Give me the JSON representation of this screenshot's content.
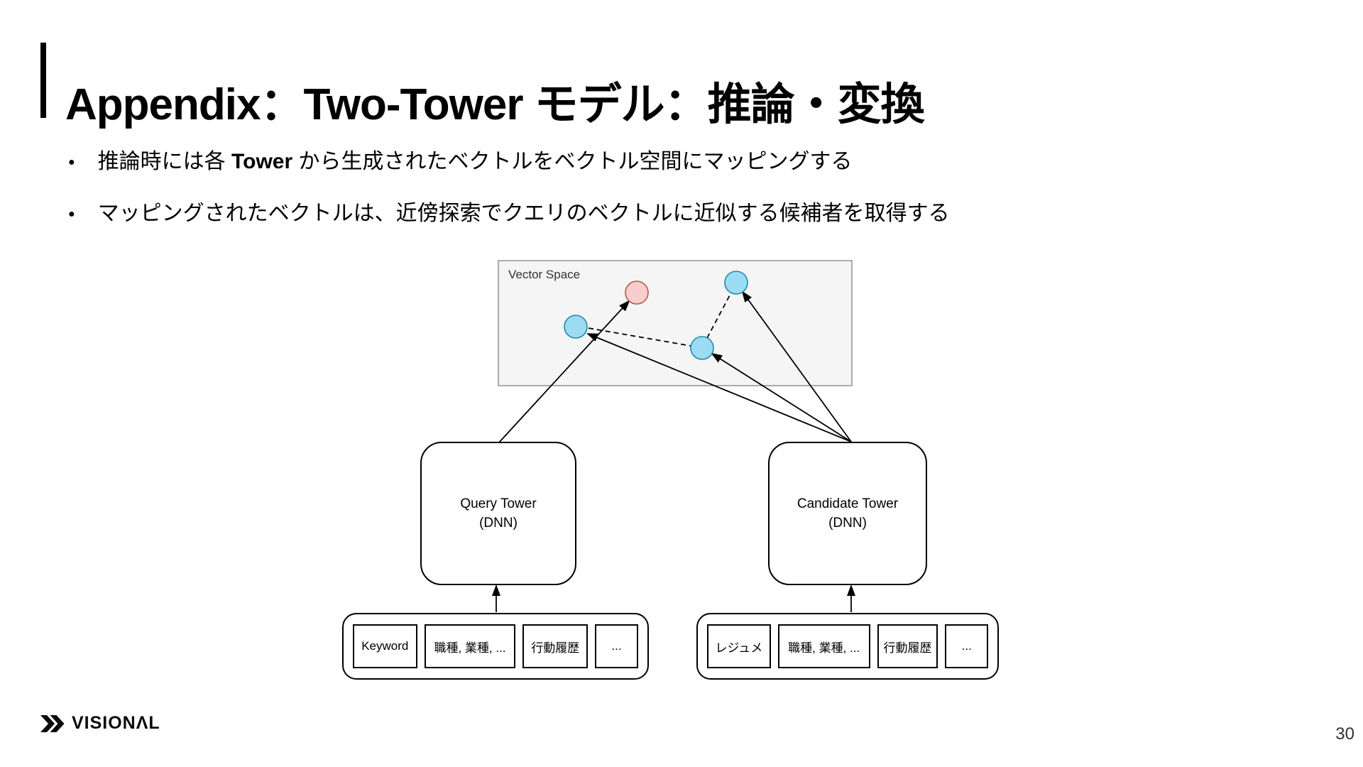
{
  "title": "Appendix：Two-Tower モデル：推論・変換",
  "bullets": [
    {
      "pre": "推論時には各 ",
      "bold": "Tower",
      "post": " から生成されたベクトルをベクトル空間にマッピングする"
    },
    {
      "pre": "マッピングされたベクトルは、近傍探索でクエリのベクトルに近似する候補者を取得する",
      "bold": "",
      "post": ""
    }
  ],
  "diagram": {
    "vector_space_label": "Vector Space",
    "towers": {
      "query": {
        "line1": "Query Tower",
        "line2": "(DNN)"
      },
      "candidate": {
        "line1": "Candidate Tower",
        "line2": "(DNN)"
      }
    },
    "query_inputs": [
      "Keyword",
      "職種, 業種, ...",
      "行動履歴",
      "..."
    ],
    "candidate_inputs": [
      "レジュメ",
      "職種, 業種, ...",
      "行動履歴",
      "..."
    ],
    "colors": {
      "query_point_fill": "#f8cecc",
      "query_point_stroke": "#b85450",
      "candidate_point_fill": "#9bdcf2",
      "candidate_point_stroke": "#2188ae",
      "vector_space_fill": "#f5f5f5",
      "vector_space_border": "#919191",
      "line_color": "#000000"
    }
  },
  "footer": {
    "logo_text": "VISIONΛL",
    "page_number": "30"
  }
}
